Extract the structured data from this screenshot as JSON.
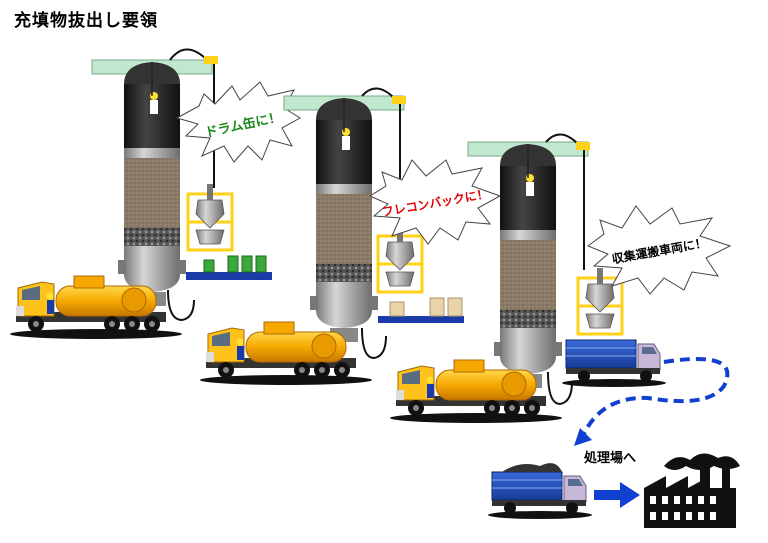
{
  "title": "充填物抜出し要領",
  "callouts": {
    "drum": "ドラム缶に！",
    "flecon": "フレコンバックに！",
    "truck": "収集運搬車両に！"
  },
  "destination": "処理場へ",
  "colors": {
    "vessel_gray": "#a8a8a8",
    "vessel_dark": "#2a2a2a",
    "fill_brown": "#8a7a68",
    "frame_yellow": "#ffd21a",
    "tanker_orange": "#f5a800",
    "drum_green": "#3aa83a",
    "arrow_blue": "#1040d0",
    "water_green": "#bfe8cf",
    "callout_green": "#1a8a1a",
    "callout_red": "#e00000"
  }
}
